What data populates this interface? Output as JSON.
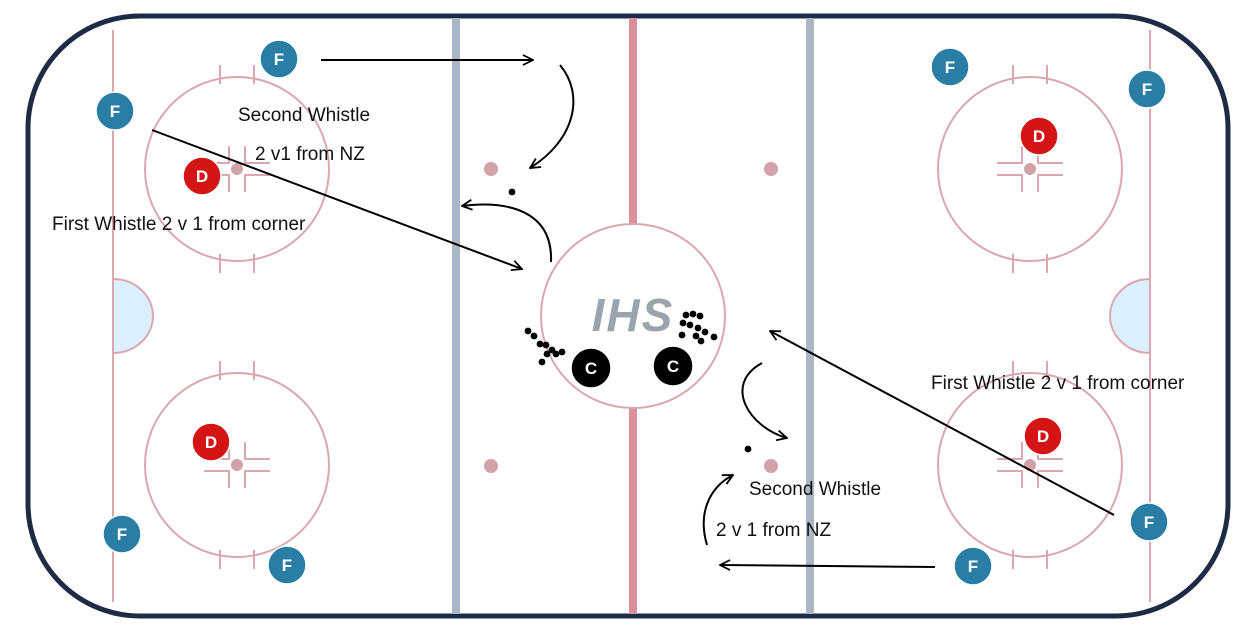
{
  "colors": {
    "boards": "#1f2a44",
    "red_line": "#d9909a",
    "blue_line": "#a9b6c4",
    "rink_markings": "#d9a7ad",
    "faceoff_dot": "#d1a2a8",
    "crease_fill": "#dcefff",
    "forward_token": "#2a7ea6",
    "defense_token": "#d51515",
    "coach_token": "#000000",
    "arrow": "#000000"
  },
  "logo": {
    "text": "IHS"
  },
  "labels": {
    "left_second_whistle": "Second Whistle",
    "left_nz": "2 v1 from NZ",
    "left_first_whistle": "First Whistle 2 v 1 from corner",
    "right_first_whistle": "First Whistle 2 v 1 from corner",
    "right_second_whistle": "Second Whistle",
    "right_nz": "2 v 1 from NZ"
  },
  "players": {
    "forward_label": "F",
    "defense_label": "D",
    "coach_label": "C",
    "forwards_count": 8,
    "defense_count": 4,
    "coaches_count": 2
  }
}
